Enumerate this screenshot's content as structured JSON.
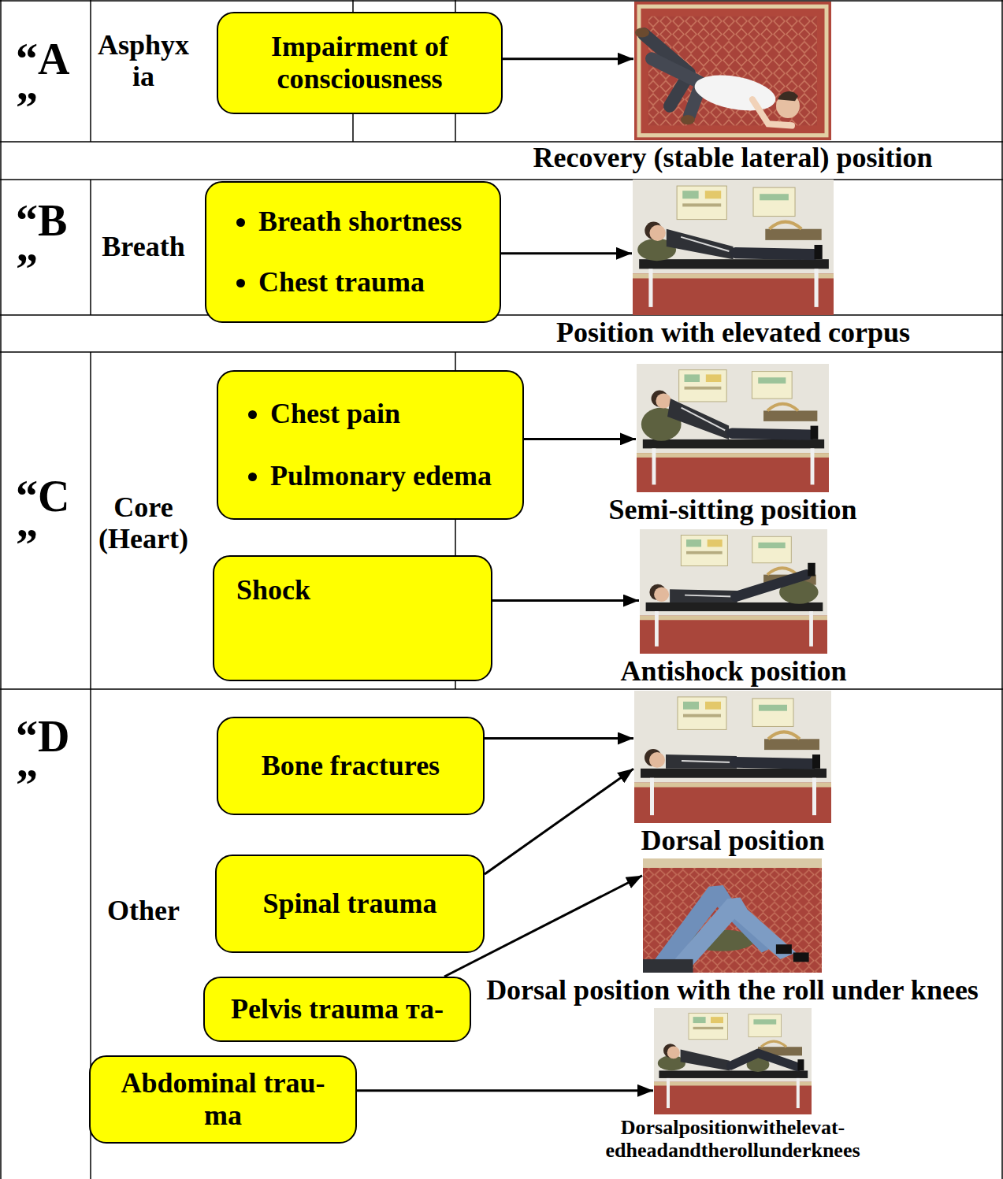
{
  "diagram": {
    "nodes": [
      {
        "text": [
          "Impairment of consciousness"
        ]
      },
      {
        "text": [
          "Recovery (stable lateral) position"
        ]
      },
      {
        "text": [
          "Breath shortness",
          "Chest trauma"
        ]
      },
      {
        "text": [
          "Position with elevated corpus"
        ]
      },
      {
        "text": [
          "Chest pain",
          "Pulmonary edema"
        ]
      },
      {
        "text": [
          "Semi-sitting position"
        ]
      },
      {
        "text": [
          "Shock"
        ]
      },
      {
        "text": [
          "Antishock position"
        ]
      },
      {
        "text": [
          "Bone fractures"
        ]
      },
      {
        "text": [
          "Dorsal position"
        ]
      },
      {
        "text": [
          "Spinal trauma"
        ]
      },
      {
        "text": [
          "Pelvis trauma та-"
        ]
      },
      {
        "text": [
          "Dorsal position with the roll under knees"
        ]
      },
      {
        "text": [
          "Abdominal trau- ma"
        ]
      },
      {
        "text": [
          "Dorsalpositionwithelevat- edheadandtherollunderknees"
        ]
      }
    ],
    "edges": [
      {
        "from": 0,
        "to": 1,
        "arrow": "to"
      },
      {
        "from": 2,
        "to": 3,
        "arrow": "to"
      },
      {
        "from": 4,
        "to": 5,
        "arrow": "to"
      },
      {
        "from": 6,
        "to": 7,
        "arrow": "to"
      },
      {
        "from": 8,
        "to": 9,
        "arrow": "to"
      },
      {
        "from": 10,
        "to": 9,
        "arrow": "to"
      },
      {
        "from": 11,
        "to": 12,
        "arrow": "to"
      },
      {
        "from": 13,
        "to": 14,
        "arrow": "to"
      }
    ],
    "labels": [
      "“A ”",
      "Asphyx ia",
      "“B ”",
      "Breath",
      "“C ”",
      "Core (Heart)",
      "“D ”",
      "Other"
    ]
  }
}
